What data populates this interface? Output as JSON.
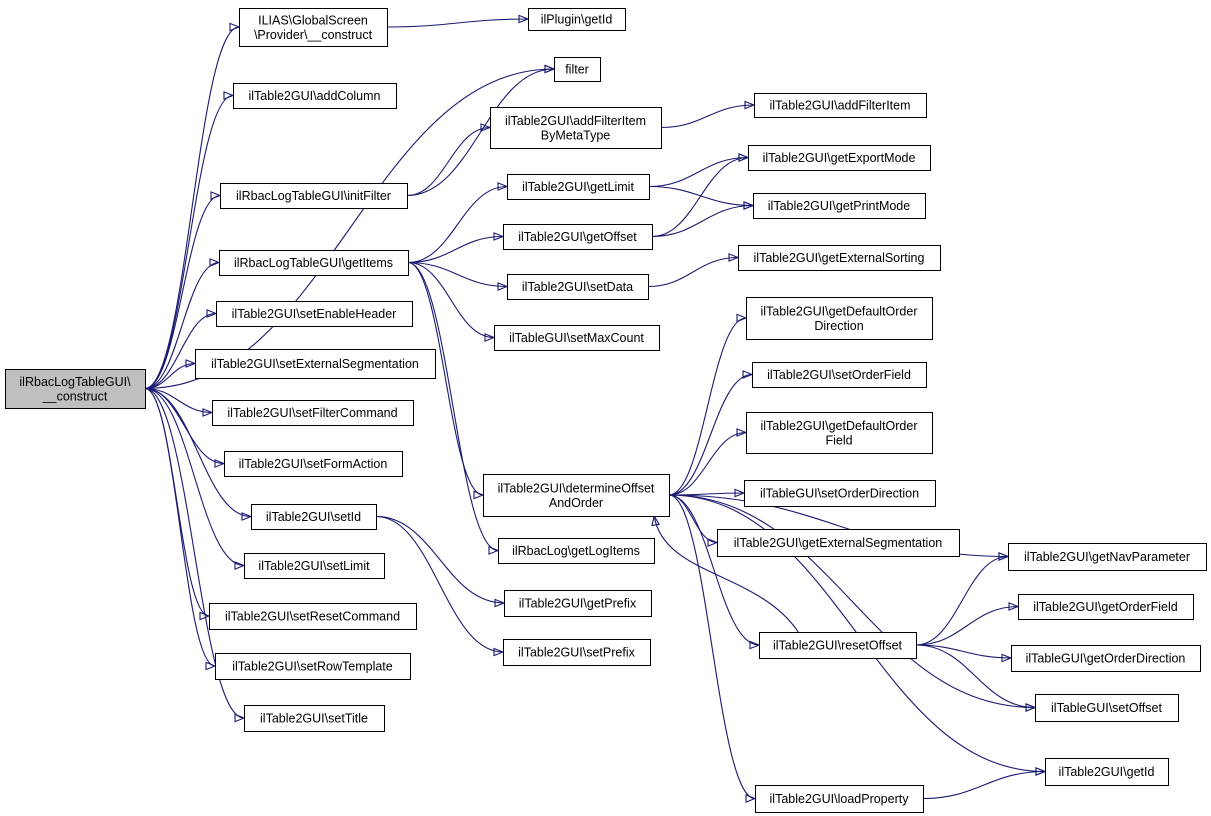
{
  "colors": {
    "edge": "#191970",
    "node_fill": "#ffffff",
    "root_fill": "#bfbfbf",
    "border": "#000000"
  },
  "nodes": [
    {
      "id": "root",
      "lines": [
        "ilRbacLogTableGUI\\",
        "__construct"
      ],
      "root": true
    },
    {
      "id": "gs_construct",
      "lines": [
        "ILIAS\\GlobalScreen",
        "\\Provider\\__construct"
      ]
    },
    {
      "id": "plugin_getid",
      "lines": [
        "ilPlugin\\getId"
      ]
    },
    {
      "id": "addcolumn",
      "lines": [
        "ilTable2GUI\\addColumn"
      ]
    },
    {
      "id": "filter",
      "lines": [
        "filter"
      ]
    },
    {
      "id": "addfilteritembymeta",
      "lines": [
        "ilTable2GUI\\addFilterItem",
        "ByMetaType"
      ]
    },
    {
      "id": "addfilteritem",
      "lines": [
        "ilTable2GUI\\addFilterItem"
      ]
    },
    {
      "id": "initfilter",
      "lines": [
        "ilRbacLogTableGUI\\initFilter"
      ]
    },
    {
      "id": "getexportmode",
      "lines": [
        "ilTable2GUI\\getExportMode"
      ]
    },
    {
      "id": "getlimit",
      "lines": [
        "ilTable2GUI\\getLimit"
      ]
    },
    {
      "id": "getprintmode",
      "lines": [
        "ilTable2GUI\\getPrintMode"
      ]
    },
    {
      "id": "getoffset",
      "lines": [
        "ilTable2GUI\\getOffset"
      ]
    },
    {
      "id": "getitems",
      "lines": [
        "ilRbacLogTableGUI\\getItems"
      ]
    },
    {
      "id": "getexternalsorting",
      "lines": [
        "ilTable2GUI\\getExternalSorting"
      ]
    },
    {
      "id": "setdata",
      "lines": [
        "ilTable2GUI\\setData"
      ]
    },
    {
      "id": "setenableheader",
      "lines": [
        "ilTable2GUI\\setEnableHeader"
      ]
    },
    {
      "id": "getdefaultorderdirection",
      "lines": [
        "ilTable2GUI\\getDefaultOrder",
        "Direction"
      ]
    },
    {
      "id": "setmaxcount",
      "lines": [
        "ilTableGUI\\setMaxCount"
      ]
    },
    {
      "id": "setexternalsegmentation",
      "lines": [
        "ilTable2GUI\\setExternalSegmentation"
      ]
    },
    {
      "id": "setorderfield",
      "lines": [
        "ilTable2GUI\\setOrderField"
      ]
    },
    {
      "id": "setfiltercommand",
      "lines": [
        "ilTable2GUI\\setFilterCommand"
      ]
    },
    {
      "id": "getdefaultorderfield",
      "lines": [
        "ilTable2GUI\\getDefaultOrder",
        "Field"
      ]
    },
    {
      "id": "setformaction",
      "lines": [
        "ilTable2GUI\\setFormAction"
      ]
    },
    {
      "id": "determineoffset",
      "lines": [
        "ilTable2GUI\\determineOffset",
        "AndOrder"
      ]
    },
    {
      "id": "setorderdirection",
      "lines": [
        "ilTableGUI\\setOrderDirection"
      ]
    },
    {
      "id": "setid",
      "lines": [
        "ilTable2GUI\\setId"
      ]
    },
    {
      "id": "getexternalsegmentation",
      "lines": [
        "ilTable2GUI\\getExternalSegmentation"
      ]
    },
    {
      "id": "getlogitems",
      "lines": [
        "ilRbacLog\\getLogItems"
      ]
    },
    {
      "id": "getnavparameter",
      "lines": [
        "ilTable2GUI\\getNavParameter"
      ]
    },
    {
      "id": "setlimit",
      "lines": [
        "ilTable2GUI\\setLimit"
      ]
    },
    {
      "id": "getprefix",
      "lines": [
        "ilTable2GUI\\getPrefix"
      ]
    },
    {
      "id": "getorderfield",
      "lines": [
        "ilTable2GUI\\getOrderField"
      ]
    },
    {
      "id": "setresetcommand",
      "lines": [
        "ilTable2GUI\\setResetCommand"
      ]
    },
    {
      "id": "resetoffset",
      "lines": [
        "ilTable2GUI\\resetOffset"
      ]
    },
    {
      "id": "setprefix",
      "lines": [
        "ilTable2GUI\\setPrefix"
      ]
    },
    {
      "id": "getorderdirection",
      "lines": [
        "ilTableGUI\\getOrderDirection"
      ]
    },
    {
      "id": "setrowtemplate",
      "lines": [
        "ilTable2GUI\\setRowTemplate"
      ]
    },
    {
      "id": "setoffset",
      "lines": [
        "ilTableGUI\\setOffset"
      ]
    },
    {
      "id": "settitle",
      "lines": [
        "ilTable2GUI\\setTitle"
      ]
    },
    {
      "id": "getid",
      "lines": [
        "ilTable2GUI\\getId"
      ]
    },
    {
      "id": "loadproperty",
      "lines": [
        "ilTable2GUI\\loadProperty"
      ]
    }
  ],
  "edges": [
    [
      "root",
      "gs_construct"
    ],
    [
      "root",
      "addcolumn"
    ],
    [
      "root",
      "filter"
    ],
    [
      "root",
      "initfilter"
    ],
    [
      "root",
      "getitems"
    ],
    [
      "root",
      "setenableheader"
    ],
    [
      "root",
      "setexternalsegmentation"
    ],
    [
      "root",
      "setfiltercommand"
    ],
    [
      "root",
      "setformaction"
    ],
    [
      "root",
      "setid"
    ],
    [
      "root",
      "setlimit"
    ],
    [
      "root",
      "setresetcommand"
    ],
    [
      "root",
      "setrowtemplate"
    ],
    [
      "root",
      "settitle"
    ],
    [
      "gs_construct",
      "plugin_getid"
    ],
    [
      "initfilter",
      "filter"
    ],
    [
      "initfilter",
      "addfilteritembymeta"
    ],
    [
      "addfilteritembymeta",
      "addfilteritem"
    ],
    [
      "getitems",
      "getlimit"
    ],
    [
      "getitems",
      "getoffset"
    ],
    [
      "getitems",
      "setdata"
    ],
    [
      "getitems",
      "setmaxcount"
    ],
    [
      "getitems",
      "determineoffset"
    ],
    [
      "getitems",
      "getlogitems"
    ],
    [
      "getlimit",
      "getexportmode"
    ],
    [
      "getlimit",
      "getprintmode"
    ],
    [
      "getoffset",
      "getexportmode"
    ],
    [
      "getoffset",
      "getprintmode"
    ],
    [
      "setdata",
      "getexternalsorting"
    ],
    [
      "determineoffset",
      "getdefaultorderdirection"
    ],
    [
      "determineoffset",
      "setorderfield"
    ],
    [
      "determineoffset",
      "getdefaultorderfield"
    ],
    [
      "determineoffset",
      "setorderdirection"
    ],
    [
      "determineoffset",
      "getexternalsegmentation"
    ],
    [
      "determineoffset",
      "getnavparameter"
    ],
    [
      "determineoffset",
      "resetoffset"
    ],
    [
      "determineoffset",
      "setoffset"
    ],
    [
      "determineoffset",
      "getid"
    ],
    [
      "determineoffset",
      "loadproperty"
    ],
    [
      "setid",
      "getprefix"
    ],
    [
      "setid",
      "setprefix"
    ],
    [
      "resetoffset",
      "getnavparameter"
    ],
    [
      "resetoffset",
      "getorderfield"
    ],
    [
      "resetoffset",
      "getorderdirection"
    ],
    [
      "resetoffset",
      "setoffset"
    ],
    [
      "resetoffset",
      "determineoffset"
    ],
    [
      "loadproperty",
      "getid"
    ]
  ]
}
